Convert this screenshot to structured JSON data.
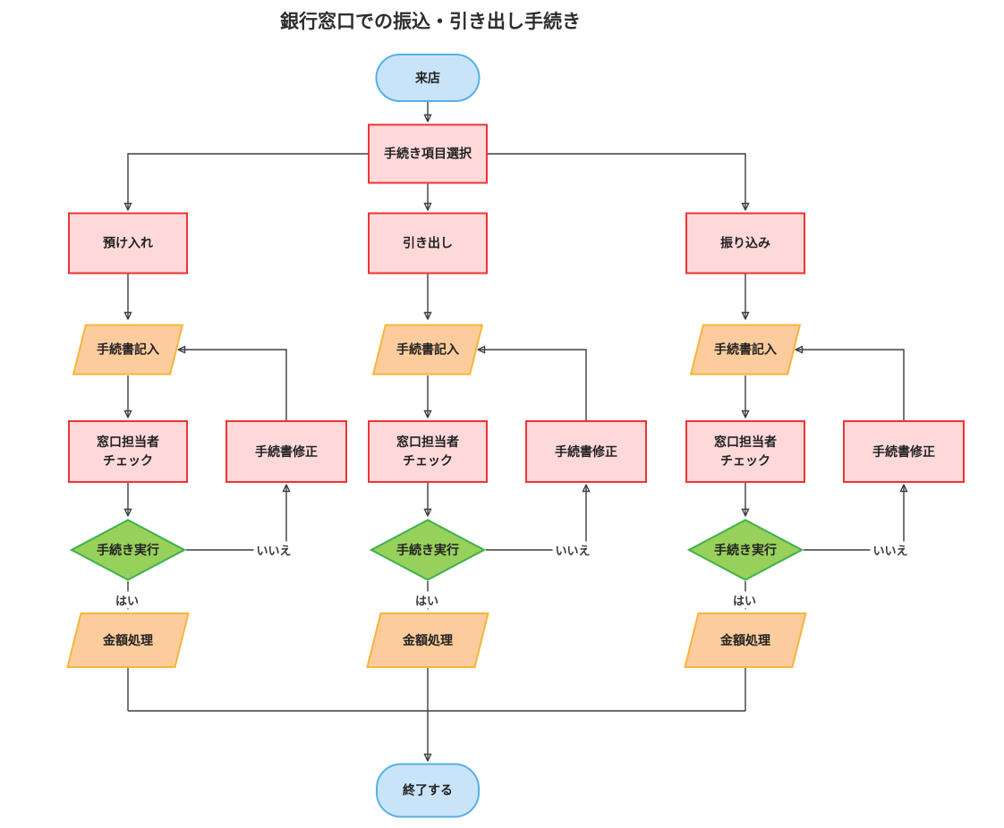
{
  "title": "銀行窓口での振込・引き出し手続き",
  "colors": {
    "terminal_fill": "#c9e4f9",
    "terminal_border": "#56b0e8",
    "process_fill": "#ffd9da",
    "process_border": "#ee3434",
    "io_fill": "#fdcc9d",
    "io_border": "#f6b53a",
    "decision_fill": "#98d05c",
    "decision_border": "#3db24a",
    "edge": "#3d3d3d"
  },
  "nodes": {
    "start": {
      "label": "来店"
    },
    "select": {
      "label": "手続き項目選択"
    },
    "end": {
      "label": "終了する"
    }
  },
  "branches": [
    {
      "option": "預け入れ",
      "form_fill": "手続書記入",
      "staff_check": "窓口担当者\nチェック",
      "fix": "手続書修正",
      "decision": "手続き実行",
      "amount": "金額処理",
      "yes": "はい",
      "no": "いいえ"
    },
    {
      "option": "引き出し",
      "form_fill": "手続書記入",
      "staff_check": "窓口担当者\nチェック",
      "fix": "手続書修正",
      "decision": "手続き実行",
      "amount": "金額処理",
      "yes": "はい",
      "no": "いいえ"
    },
    {
      "option": "振り込み",
      "form_fill": "手続書記入",
      "staff_check": "窓口担当者\nチェック",
      "fix": "手続書修正",
      "decision": "手続き実行",
      "amount": "金額処理",
      "yes": "はい",
      "no": "いいえ"
    }
  ]
}
